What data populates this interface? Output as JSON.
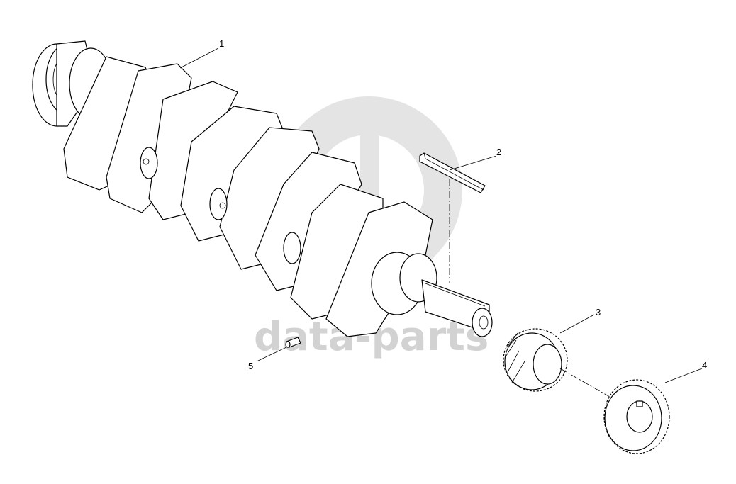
{
  "watermark": {
    "text": "data-parts",
    "color": "#c8c8c8"
  },
  "callouts": [
    {
      "label": "1",
      "part": "crankshaft"
    },
    {
      "label": "2",
      "part": "key"
    },
    {
      "label": "3",
      "part": "crankshaft-gear"
    },
    {
      "label": "4",
      "part": "timing-gear"
    },
    {
      "label": "5",
      "part": "dowel-pin"
    }
  ]
}
